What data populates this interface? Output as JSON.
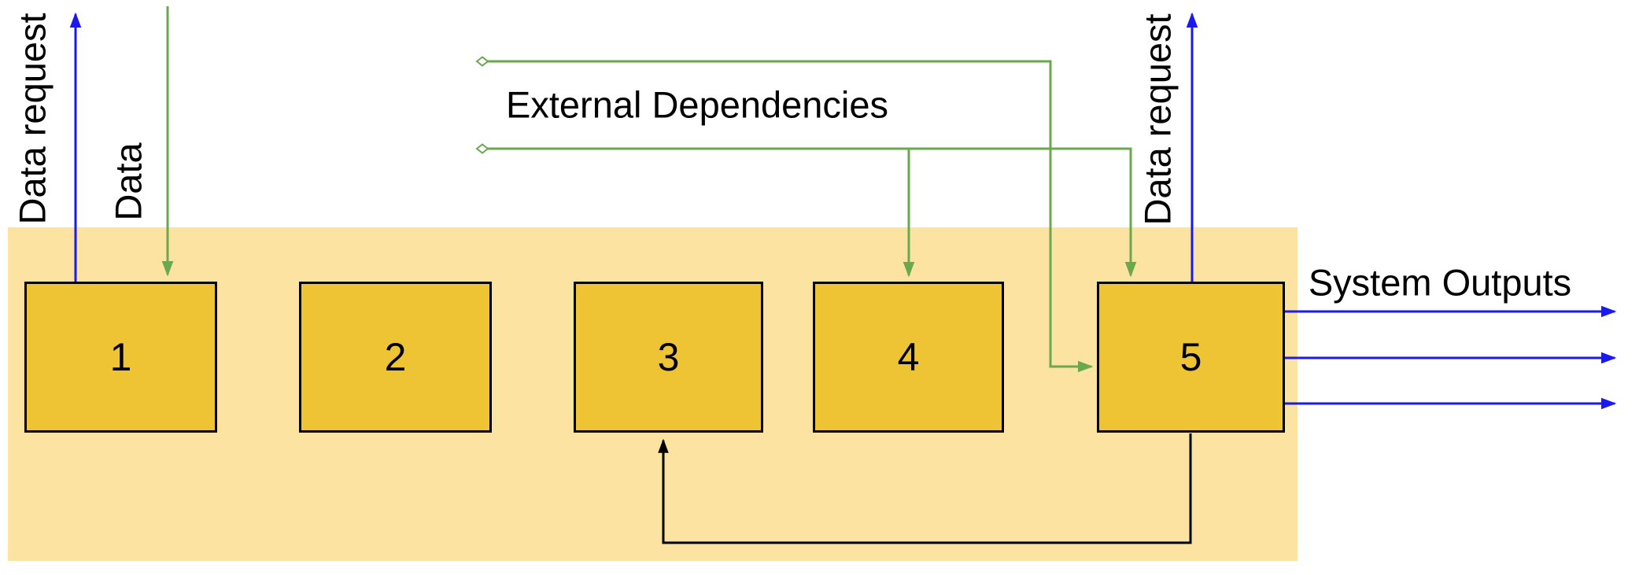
{
  "diagram": {
    "type": "system-data-flow-diagram",
    "boxes": [
      {
        "label": "1"
      },
      {
        "label": "2"
      },
      {
        "label": "3"
      },
      {
        "label": "4"
      },
      {
        "label": "5"
      }
    ],
    "labels": {
      "data_request_left": "Data request",
      "data_input": "Data",
      "external_dependencies": "External Dependencies",
      "data_request_right": "Data request",
      "system_outputs": "System Outputs"
    },
    "colors": {
      "box-fill": "#eec434",
      "container-fill": "#fde3a1",
      "arrow-blue": "#1a1af0",
      "arrow-green": "#6aa84f",
      "arrow-black": "#000000",
      "text": "#000000"
    }
  }
}
